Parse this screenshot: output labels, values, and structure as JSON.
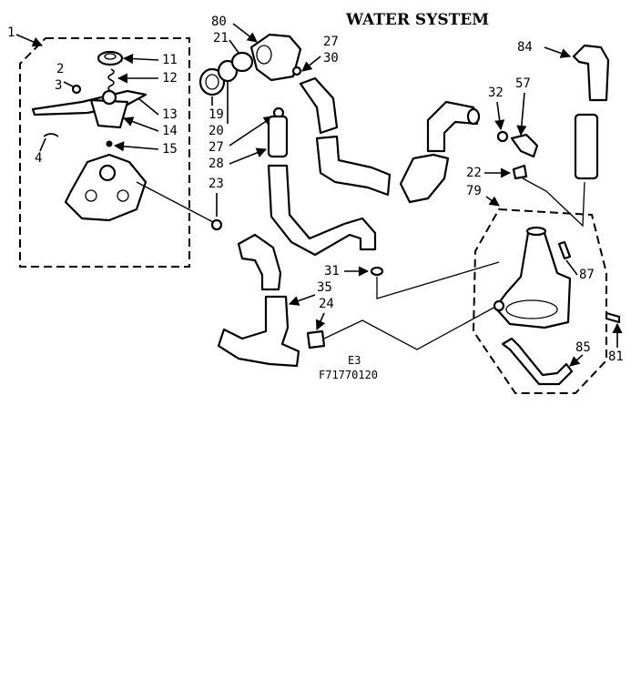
{
  "title": "WATER SYSTEM",
  "figure": {
    "section": "E3",
    "code": "F71770120"
  },
  "callouts": {
    "c1": "1",
    "c2": "2",
    "c3": "3",
    "c4": "4",
    "c11": "11",
    "c12": "12",
    "c13": "13",
    "c14": "14",
    "c15": "15",
    "c80": "80",
    "c21": "21",
    "c27a": "27",
    "c30": "30",
    "c19": "19",
    "c20": "20",
    "c27b": "27",
    "c28": "28",
    "c23": "23",
    "c31": "31",
    "c35": "35",
    "c24": "24",
    "c84": "84",
    "c32": "32",
    "c57": "57",
    "c22": "22",
    "c79": "79",
    "c87": "87",
    "c85": "85",
    "c81": "81"
  }
}
